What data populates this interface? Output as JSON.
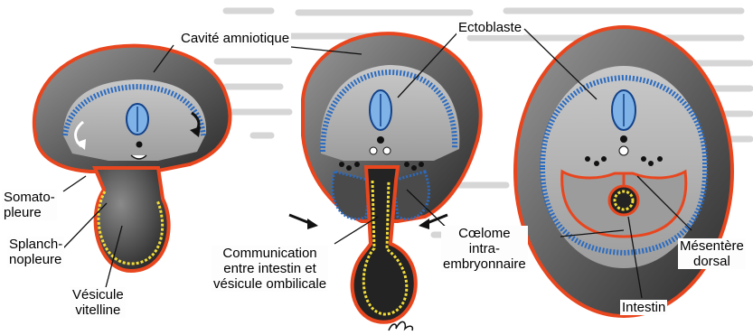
{
  "labels": {
    "cavite_amniotique": "Cavité amniotique",
    "ectoblaste": "Ectoblaste",
    "somatopleure": "Somato-\npleure",
    "splanchnopleure": "Splanch-\nnopleure",
    "vesicule_vitelline": "Vésicule\nvitelline",
    "communication": "Communication\nentre intestin et\nvésicule ombilicale",
    "coelome": "Cœlome\nintra-\nembryonnaire",
    "mesentere": "Mésentère\ndorsal",
    "intestin": "Intestin"
  },
  "colors": {
    "ectoderm_blue": "#2b6bc0",
    "mesoderm_red": "#e8461e",
    "endoderm_yellow": "#f2dc3a",
    "body_gray": "#6d6d6d",
    "dark_fill": "#232323"
  },
  "icons": [
    "artist-signature"
  ]
}
